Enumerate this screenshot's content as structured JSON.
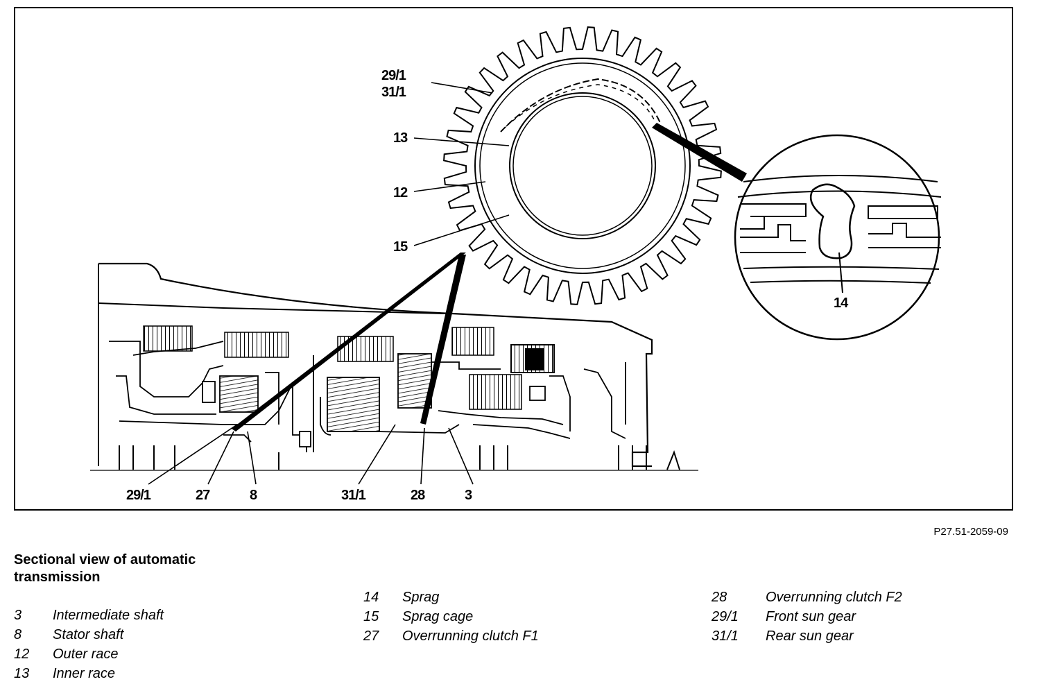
{
  "figure": {
    "code": "P27.51-2059-09",
    "callouts_top": [
      "29/1",
      "31/1",
      "13",
      "12",
      "15"
    ],
    "callout_detail": "14",
    "callouts_bottom": [
      "29/1",
      "27",
      "8",
      "31/1",
      "28",
      "3"
    ]
  },
  "caption": {
    "line1": "Sectional view of automatic",
    "line2": "transmission"
  },
  "legend": {
    "col1": [
      {
        "num": "3",
        "label": "Intermediate shaft"
      },
      {
        "num": "8",
        "label": "Stator shaft"
      },
      {
        "num": "12",
        "label": "Outer race"
      },
      {
        "num": "13",
        "label": "Inner race"
      }
    ],
    "col2": [
      {
        "num": "14",
        "label": "Sprag"
      },
      {
        "num": "15",
        "label": "Sprag cage"
      },
      {
        "num": "27",
        "label": "Overrunning clutch F1"
      }
    ],
    "col3": [
      {
        "num": "28",
        "label": "Overrunning clutch F2"
      },
      {
        "num": "29/1",
        "label": "Front sun gear"
      },
      {
        "num": "31/1",
        "label": "Rear sun gear"
      }
    ]
  }
}
